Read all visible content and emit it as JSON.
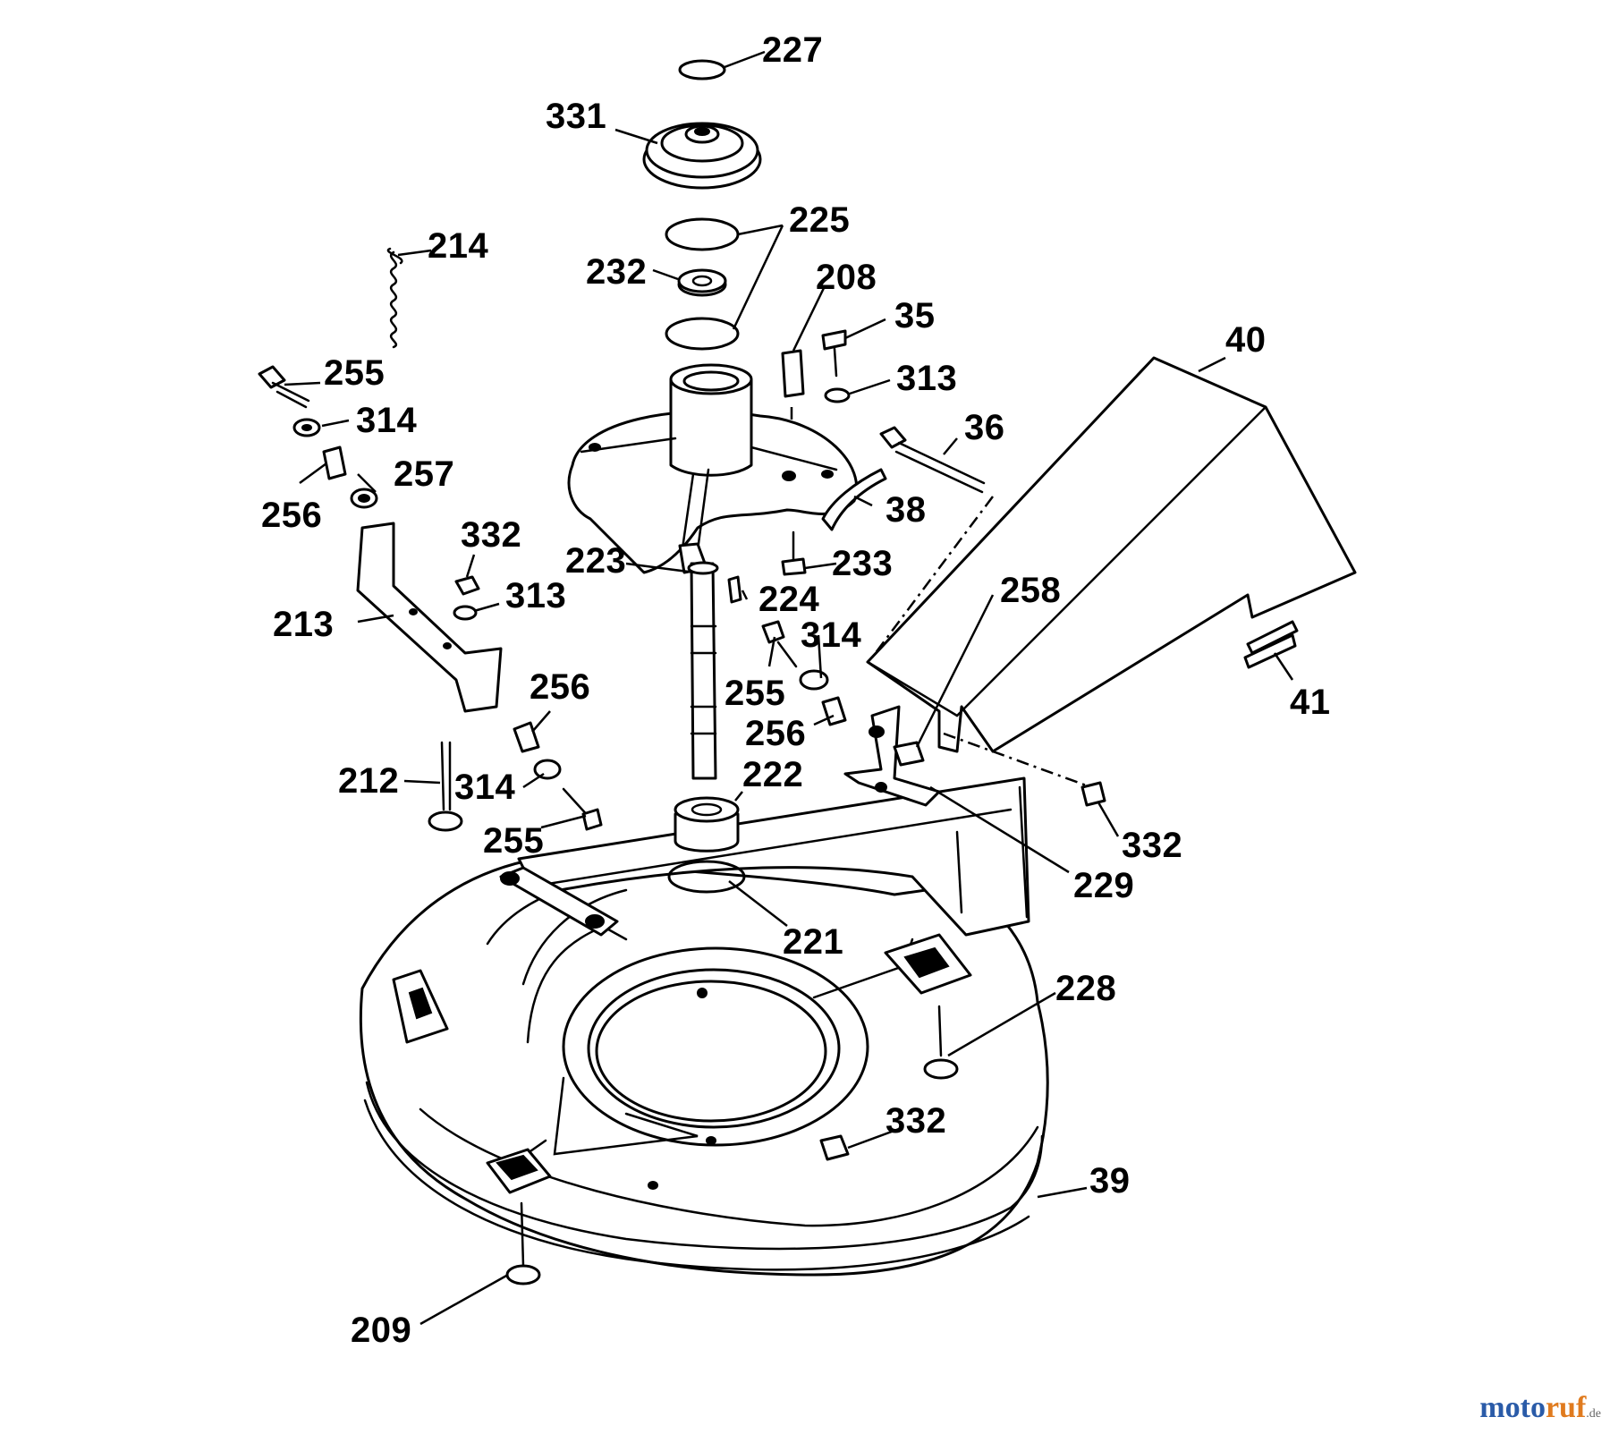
{
  "callouts": [
    {
      "id": "c227",
      "text": "227"
    },
    {
      "id": "c331",
      "text": "331"
    },
    {
      "id": "c225",
      "text": "225"
    },
    {
      "id": "c232",
      "text": "232"
    },
    {
      "id": "c214",
      "text": "214"
    },
    {
      "id": "c208",
      "text": "208"
    },
    {
      "id": "c35",
      "text": "35"
    },
    {
      "id": "c40",
      "text": "40"
    },
    {
      "id": "c255a",
      "text": "255"
    },
    {
      "id": "c313a",
      "text": "313"
    },
    {
      "id": "c314a",
      "text": "314"
    },
    {
      "id": "c36",
      "text": "36"
    },
    {
      "id": "c257",
      "text": "257"
    },
    {
      "id": "c256a",
      "text": "256"
    },
    {
      "id": "c38",
      "text": "38"
    },
    {
      "id": "c332a",
      "text": "332"
    },
    {
      "id": "c223",
      "text": "223"
    },
    {
      "id": "c233",
      "text": "233"
    },
    {
      "id": "c313b",
      "text": "313"
    },
    {
      "id": "c224",
      "text": "224"
    },
    {
      "id": "c258",
      "text": "258"
    },
    {
      "id": "c213",
      "text": "213"
    },
    {
      "id": "c314b",
      "text": "314"
    },
    {
      "id": "c41",
      "text": "41"
    },
    {
      "id": "c255b",
      "text": "255"
    },
    {
      "id": "c256b",
      "text": "256"
    },
    {
      "id": "c256c",
      "text": "256"
    },
    {
      "id": "c222",
      "text": "222"
    },
    {
      "id": "c212",
      "text": "212"
    },
    {
      "id": "c314c",
      "text": "314"
    },
    {
      "id": "c332b",
      "text": "332"
    },
    {
      "id": "c255c",
      "text": "255"
    },
    {
      "id": "c229",
      "text": "229"
    },
    {
      "id": "c221",
      "text": "221"
    },
    {
      "id": "c228",
      "text": "228"
    },
    {
      "id": "c332c",
      "text": "332"
    },
    {
      "id": "c39",
      "text": "39"
    },
    {
      "id": "c209",
      "text": "209"
    }
  ],
  "watermark": {
    "main": "moto",
    "accent": "ruf",
    "tld": ".de"
  }
}
